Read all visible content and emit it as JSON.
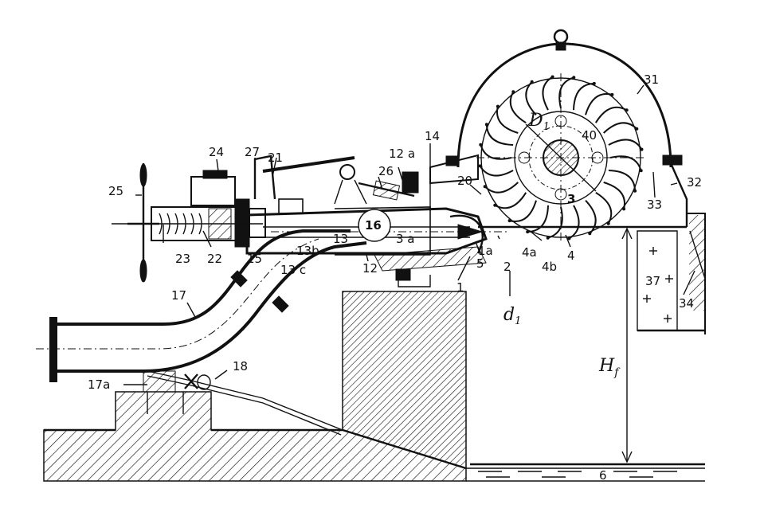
{
  "labels": {
    "l1": "1",
    "l1a": "1a",
    "l2": "2",
    "l3": "3",
    "l3a": "3 a",
    "l4": "4",
    "l4a": "4a",
    "l4b": "4b",
    "l5": "5",
    "l6": "6",
    "l12": "12",
    "l12a": "12 a",
    "l13": "13",
    "l13b": "13b",
    "l13c": "13 c",
    "l14": "14",
    "l15": "15",
    "l16": "16",
    "l17": "17",
    "l17a": "17a",
    "l18": "18",
    "l20": "20",
    "l21": "21",
    "l22": "22",
    "l23": "23",
    "l24": "24",
    "l25": "25",
    "l26": "26",
    "l27": "27",
    "l31": "31",
    "l32": "32",
    "l33": "33",
    "l34": "34",
    "l37": "37",
    "l40": "40"
  },
  "symbols": {
    "D1": "D",
    "D1_sub": "1",
    "d1": "d",
    "d1_sub": "1",
    "Hf": "H",
    "Hf_sub": "f"
  }
}
